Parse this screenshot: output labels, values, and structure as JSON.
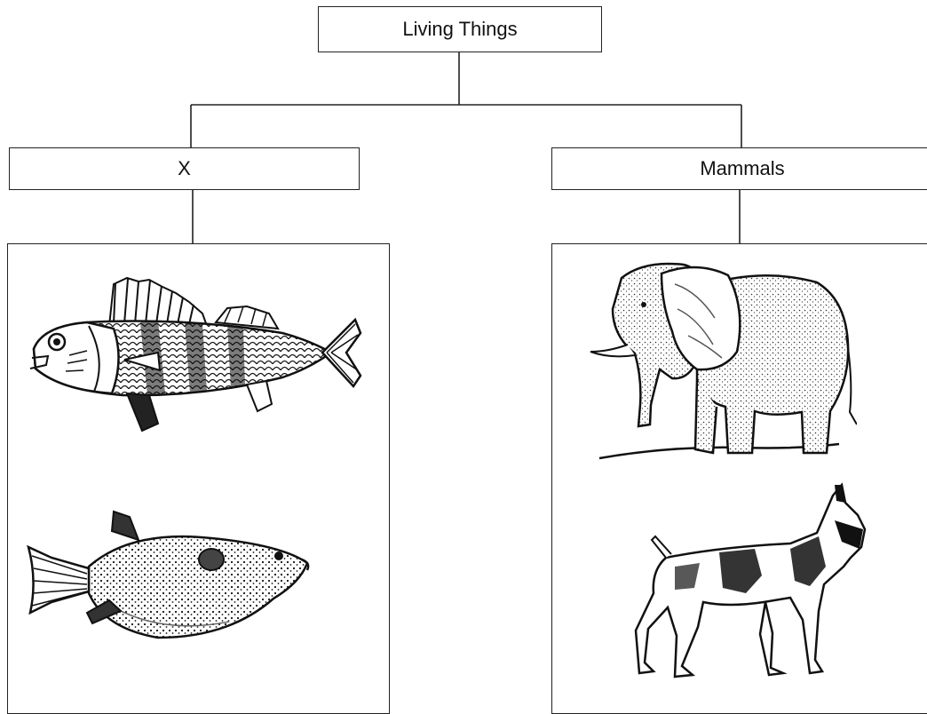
{
  "root": {
    "label": "Living Things"
  },
  "left_group": {
    "label": "X",
    "animals": [
      "perch-fish",
      "puffer-fish"
    ]
  },
  "right_group": {
    "label": "Mammals",
    "animals": [
      "elephant",
      "boxer-dog"
    ]
  }
}
